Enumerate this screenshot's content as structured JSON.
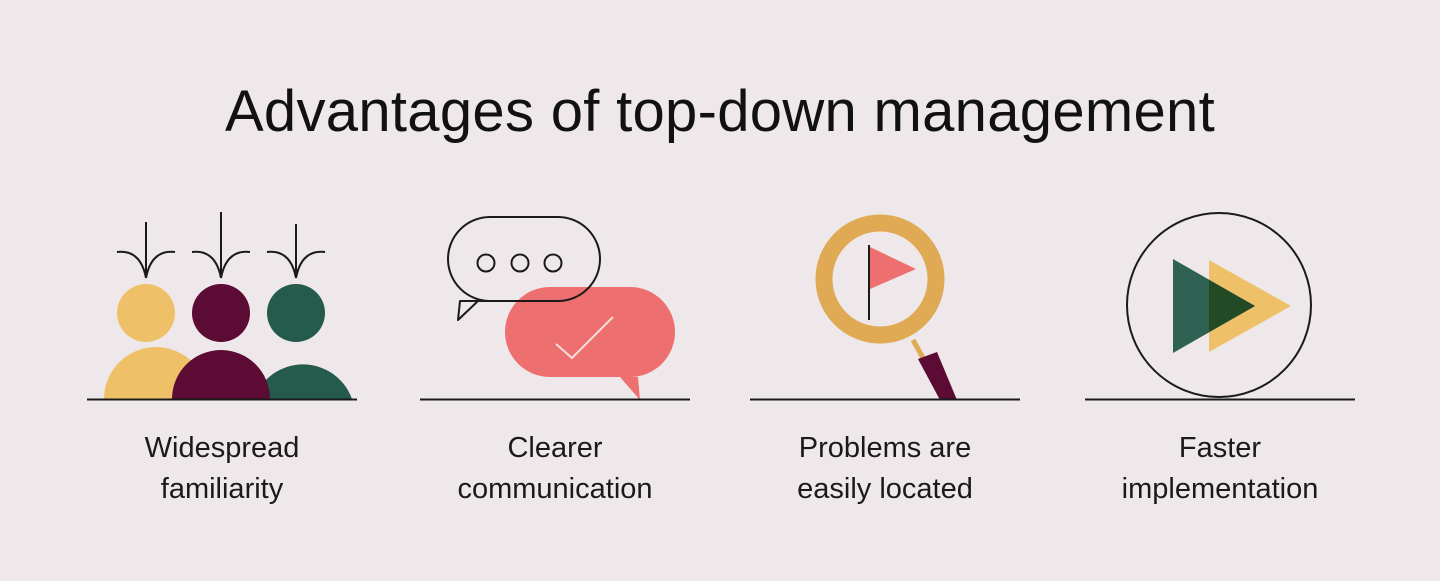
{
  "title": "Advantages of top-down management",
  "colors": {
    "background": "#efe8ea",
    "yellow": "#eec169",
    "maroon": "#5c0b35",
    "green": "#255b4c",
    "coral": "#ed6f6f",
    "gold": "#e0aa55",
    "line": "#1a1a1a"
  },
  "advantages": [
    {
      "line1": "Widespread",
      "line2": "familiarity",
      "icon": "people-with-arrows-icon"
    },
    {
      "line1": "Clearer",
      "line2": "communication",
      "icon": "speech-bubbles-icon"
    },
    {
      "line1": "Problems are",
      "line2": "easily located",
      "icon": "magnifier-flag-icon"
    },
    {
      "line1": "Faster",
      "line2": "implementation",
      "icon": "fast-forward-icon"
    }
  ]
}
